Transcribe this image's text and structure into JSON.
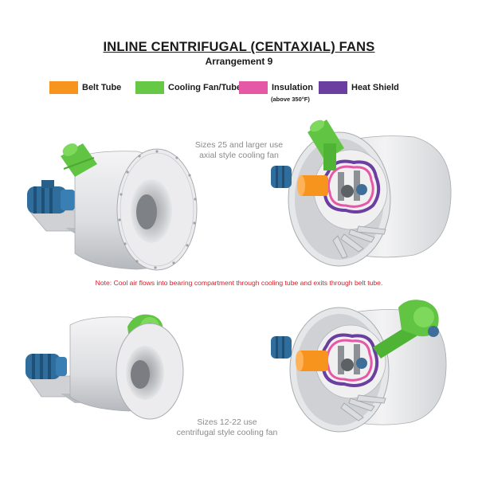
{
  "title": "INLINE CENTRIFUGAL (CENTAXIAL) FANS",
  "subtitle": "Arrangement 9",
  "legend": [
    {
      "label": "Belt Tube",
      "color": "#f7941d"
    },
    {
      "label": "Cooling Fan/Tube",
      "color": "#67c845"
    },
    {
      "label": "Insulation",
      "note": "(above 350°F)",
      "color": "#e458a5"
    },
    {
      "label": "Heat Shield",
      "color": "#6b3fa0"
    }
  ],
  "captions": {
    "top": {
      "line1": "Sizes 25 and larger use",
      "line2": "axial style cooling fan"
    },
    "bottom": {
      "line1": "Sizes 12-22 use",
      "line2": "centrifugal style cooling fan"
    }
  },
  "note": "Note: Cool air flows into bearing compartment through cooling tube and exits through belt tube.",
  "colors": {
    "housing": "#e8e8ea",
    "housing_shadow": "#b9bcc1",
    "motor": "#2f6d9c",
    "red_note": "#d6202a",
    "caption_gray": "#8a8a8a"
  }
}
